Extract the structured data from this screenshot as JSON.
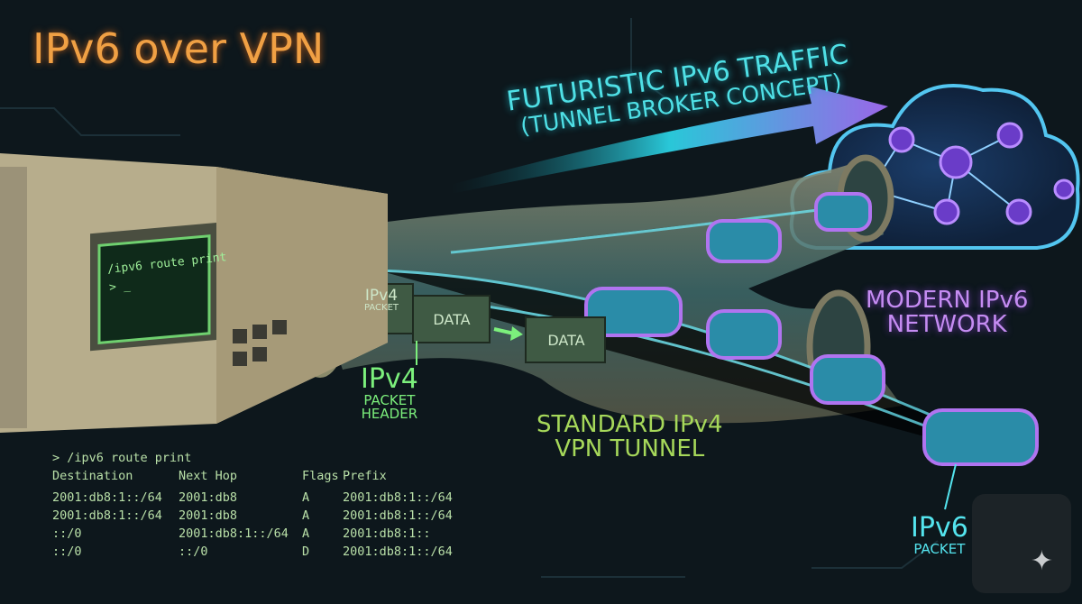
{
  "title": "IPv6 over VPN",
  "arrow_label": {
    "line1": "FUTURISTIC IPv6 TRAFFIC",
    "line2": "(TUNNEL BROKER CONCEPT)"
  },
  "cloud_label": {
    "line1": "MODERN IPv6",
    "line2": "NETWORK"
  },
  "tunnel_label": {
    "line1": "STANDARD IPv4",
    "line2": "VPN TUNNEL"
  },
  "ipv4_callout": {
    "big": "IPv4",
    "line2": "PACKET",
    "line3": "HEADER"
  },
  "ipv6_callout": {
    "big": "IPv6",
    "line2": "PACKET"
  },
  "packet_blocks": {
    "header_big": "IPv4",
    "header_small": "PACKET",
    "data1": "DATA",
    "data2": "DATA"
  },
  "server_screen": {
    "line1": "/ipv6 route print",
    "line2": "> _"
  },
  "terminal": {
    "command": "> /ipv6 route print",
    "headers": [
      "Destination",
      "Next Hop",
      "Flags",
      "Prefix"
    ],
    "rows": [
      [
        "2001:db8:1::/64",
        "2001:db8",
        "A",
        "2001:db8:1::/64"
      ],
      [
        "2001:db8:1::/64",
        "2001:db8",
        "A",
        "2001:db8:1::/64"
      ],
      [
        "::/0",
        "2001:db8:1::/64",
        "A",
        "2001:db8:1::"
      ],
      [
        "::/0",
        "::/0",
        "D",
        "2001:db8:1::/64"
      ]
    ]
  },
  "colors": {
    "title": "#f0a044",
    "ipv6": "#4fe0e6",
    "ipv4": "#7cf07c",
    "cloud": "#c58cf2"
  }
}
